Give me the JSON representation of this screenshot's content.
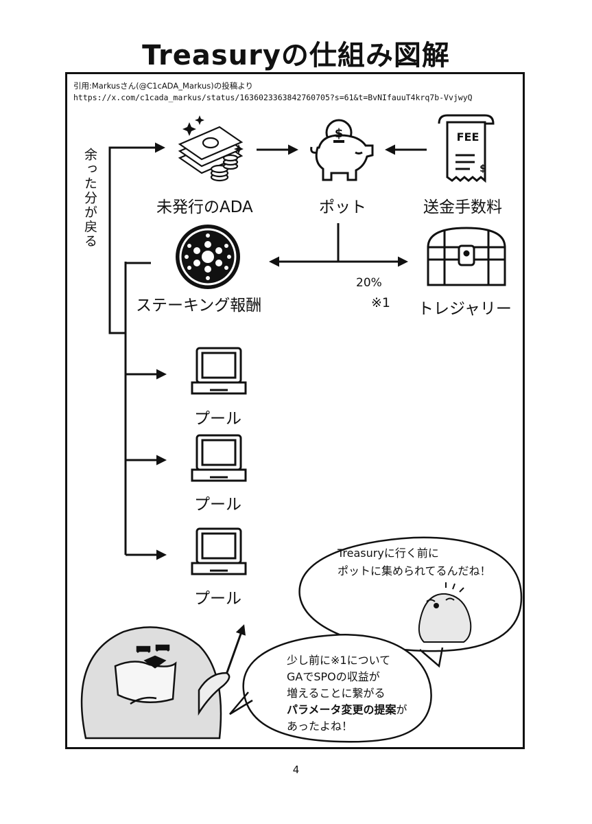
{
  "title": "Treasuryの仕組み図解",
  "citation": {
    "label": "引用:Markusさん(@C1cADA_Markus)の投稿より",
    "url": "https://x.com/c1cada_markus/status/1636023363842760705?s=61&t=BvNIfauuT4krq7b-VvjwyQ"
  },
  "nodes": {
    "unissued_ada": "未発行のADA",
    "pot": "ポット",
    "fees": "送金手数料",
    "staking_rewards": "ステーキング報酬",
    "treasury": "トレジャリー",
    "pool1": "プール",
    "pool2": "プール",
    "pool3": "プール"
  },
  "icons": {
    "fee_receipt": "FEE",
    "coin_symbol": "$"
  },
  "annotations": {
    "leftover_returns": "余った分が戻る",
    "percent": "20%",
    "note_ref": "※1"
  },
  "bubbles": {
    "upper": {
      "line1": "Treasuryに行く前に",
      "line2": "ポットに集められてるんだね！"
    },
    "lower": {
      "line1": "少し前に※1について",
      "line2": "GAでSPOの収益が",
      "line3": "増えることに繋がる",
      "line4_bold": "パラメータ変更の提案",
      "line4_tail": "が",
      "line5": "あったよね！"
    }
  },
  "page_number": "4"
}
